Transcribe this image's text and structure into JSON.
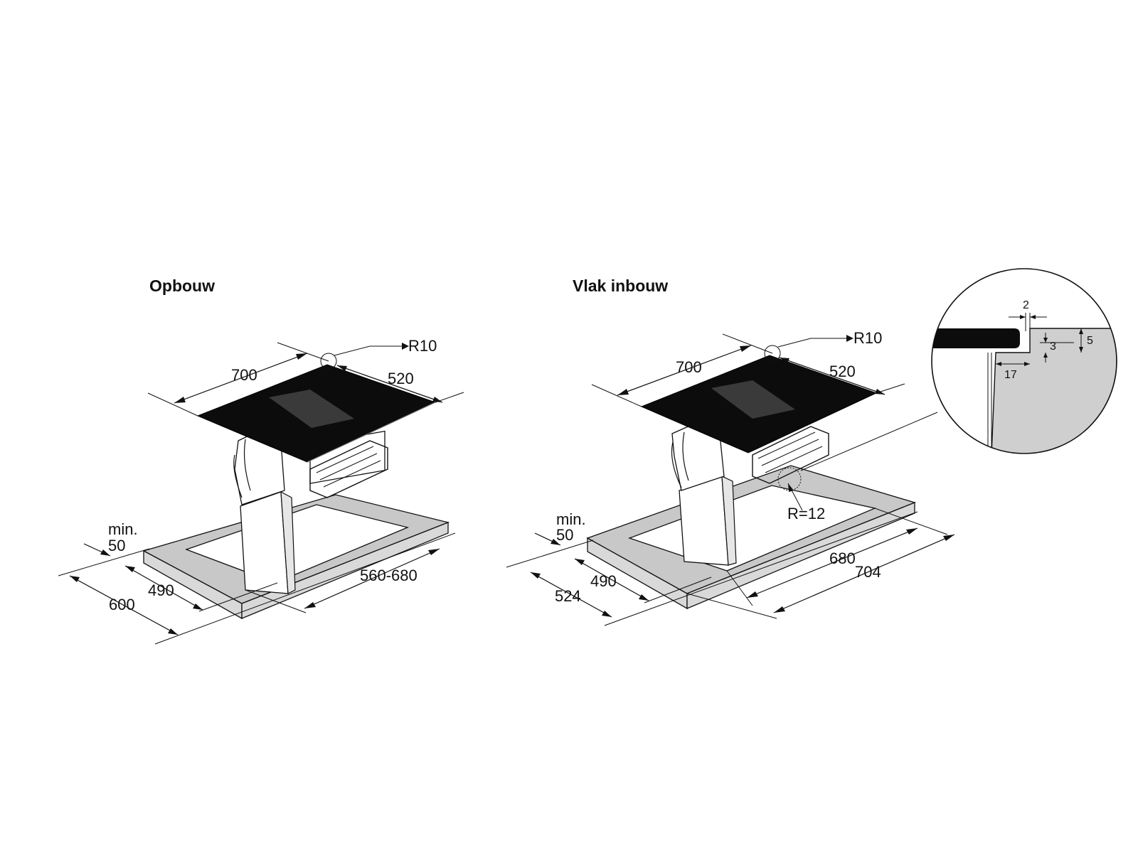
{
  "left_view": {
    "title": "Opbouw",
    "dims": {
      "width": "700",
      "depth": "520",
      "radius": "R10",
      "min_label": "min.",
      "min_value": "50",
      "cutout_depth": "490",
      "counter_depth": "600",
      "cutout_width": "560-680"
    }
  },
  "right_view": {
    "title": "Vlak inbouw",
    "dims": {
      "width": "700",
      "depth": "520",
      "radius": "R10",
      "min_label": "min.",
      "min_value": "50",
      "cutout_depth": "490",
      "rebate_depth": "524",
      "cutout_width": "680",
      "rebate_width": "704",
      "corner_radius": "R=12"
    }
  },
  "detail": {
    "gap": "2",
    "depth_3": "3",
    "depth_5": "5",
    "ledge": "17"
  },
  "colors": {
    "glass": "#0c0c0c",
    "frame_fill": "#c8c8c8",
    "line": "#111111"
  }
}
